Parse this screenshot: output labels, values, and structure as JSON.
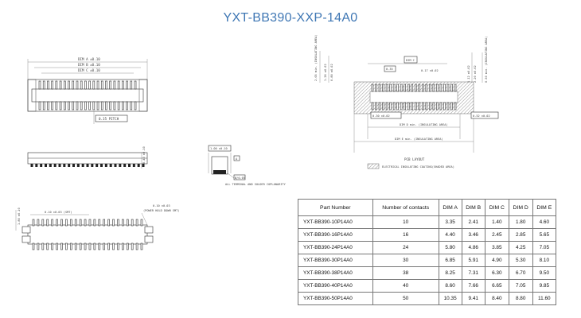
{
  "title": "YXT-BB390-XXP-14A0",
  "drawing": {
    "top_view": {
      "dim_a": "DIM A ±0.10",
      "dim_b": "DIM B ±0.10",
      "dim_c": "DIM C ±0.10",
      "pitch": "0.35 PITCH"
    },
    "side_view": {
      "height": "0.40 ±0.10"
    },
    "detail": {
      "dim": "1.00 ±0.10",
      "note_box": "A",
      "note_tol": "Ø/0.05",
      "note_text": "ALL TERMINAL AND SOLDER COPLANARITY"
    },
    "bottom_view": {
      "height": "1.80 ±0.10",
      "smt_left": "0.10 ±0.03 (SMT)",
      "smt_right": "0.10 ±0.03",
      "hold_down": "(POWER HOLD DOWN SMT)"
    },
    "pcb_layout": {
      "top_h1": "2.05 min. (INSULATING AREA)",
      "top_h2": "1.26 ±0.02",
      "top_h3": "0.80 ±0.02",
      "dim_c": "DIM C",
      "pitch": "0.35",
      "pad_w": "0.17 ±0.02",
      "right_h1": "1.12 ±0.02",
      "right_h2": "2.20 ±0.02",
      "right_h3": "0.50 min. (INSULATING AREA)",
      "pad_gap": "0.30 ±0.02",
      "right_w": "0.52 ±0.02",
      "dim_d": "DIM D min. (INSULATING AREA)",
      "dim_e": "DIM E min. (INSULATING AREA)",
      "caption": "PCB LAYOUT",
      "legend": "ELECTRICAL INSULATING COATING(SHADED AREA)"
    }
  },
  "table": {
    "headers": [
      "Part Number",
      "Number of contacts",
      "DIM A",
      "DIM B",
      "DIM C",
      "DIM D",
      "DIM E"
    ],
    "rows": [
      [
        "YXT-BB390-10P14A0",
        "10",
        "3.35",
        "2.41",
        "1.40",
        "1.80",
        "4.60"
      ],
      [
        "YXT-BB390-16P14A0",
        "16",
        "4.40",
        "3.46",
        "2.45",
        "2.85",
        "5.65"
      ],
      [
        "YXT-BB390-24P14A0",
        "24",
        "5.80",
        "4.86",
        "3.85",
        "4.25",
        "7.05"
      ],
      [
        "YXT-BB390-30P14A0",
        "30",
        "6.85",
        "5.91",
        "4.90",
        "5.30",
        "8.10"
      ],
      [
        "YXT-BB390-38P14A0",
        "38",
        "8.25",
        "7.31",
        "6.30",
        "6.70",
        "9.50"
      ],
      [
        "YXT-BB390-40P14A0",
        "40",
        "8.60",
        "7.66",
        "6.65",
        "7.05",
        "9.85"
      ],
      [
        "YXT-BB390-50P14A0",
        "50",
        "10.35",
        "9.41",
        "8.40",
        "8.80",
        "11.60"
      ]
    ]
  }
}
